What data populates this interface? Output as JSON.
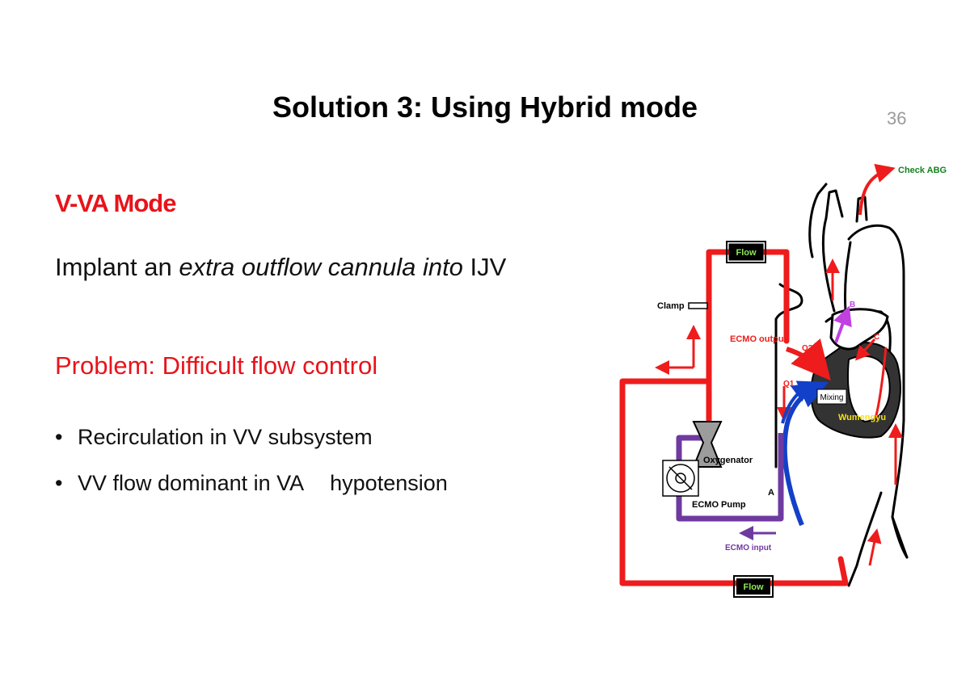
{
  "slide": {
    "title": "Solution 3: Using Hybrid mode",
    "page_number": "36"
  },
  "content": {
    "mode_heading": "V-VA Mode",
    "implant_prefix": "Implant an ",
    "implant_italic": "extra outflow cannula into",
    "implant_suffix": " IJV",
    "problem": "Problem: Difficult flow control",
    "bullets": [
      {
        "marker": "•",
        "text": "Recirculation in VV subsystem"
      },
      {
        "marker": "•",
        "text_before": "VV flow dominant in VA",
        "text_after": "hypotension"
      }
    ]
  },
  "diagram": {
    "labels": {
      "check_abg": "Check ABG",
      "flow_top": "Flow",
      "flow_bottom": "Flow",
      "clamp": "Clamp",
      "ecmo_output": "ECMO output",
      "q1": "Q1",
      "q2": "Q2",
      "b": "B",
      "c": "C",
      "mixing": "Mixing",
      "watermark": "Wumengyu",
      "oxygenator": "Oxygenator",
      "a": "A",
      "ecmo_pump": "ECMO Pump",
      "ecmo_input": "ECMO input"
    },
    "colors": {
      "arterial": "#ee1c1c",
      "venous": "#1340c8",
      "circuit_return": "#6f3aa0",
      "arrow_b": "#c040e0",
      "flow_text": "#8fe85a",
      "check_abg": "#14801e",
      "ventricle": "#333333",
      "watermark": "#f5e012"
    }
  }
}
